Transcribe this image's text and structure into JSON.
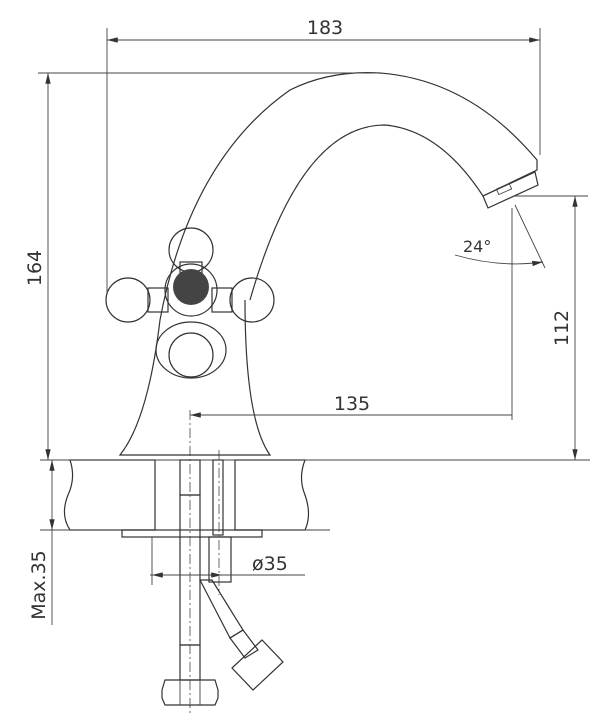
{
  "drawing": {
    "dimensions": {
      "overall_width": "183",
      "overall_height": "164",
      "spout_height": "112",
      "spout_angle": "24°",
      "spout_reach": "135",
      "hole_diameter": "ø35",
      "max_counter_thickness": "Max.35"
    },
    "colors": {
      "line": "#333333",
      "hub": "#444444"
    }
  }
}
